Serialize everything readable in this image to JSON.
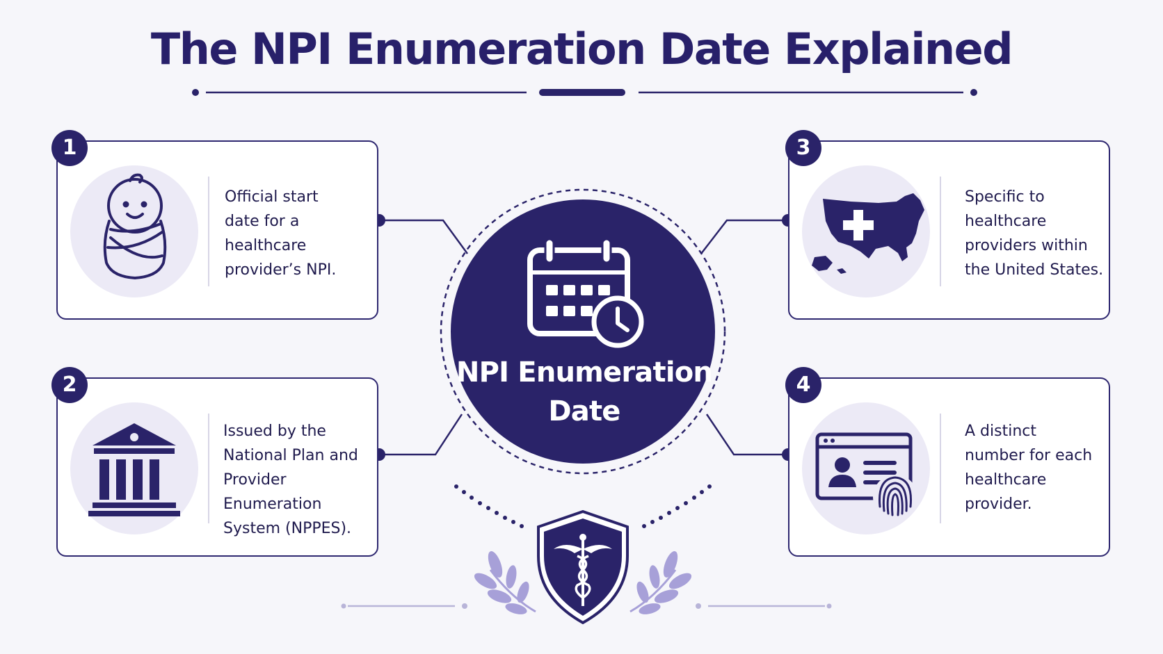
{
  "title": "The NPI Enumeration Date Explained",
  "center": {
    "label": "NPI Enumeration\nDate",
    "icon": "calendar-clock-icon"
  },
  "cards": [
    {
      "number": "1",
      "text": "Official start\ndate for a\nhealthcare\nprovider’s NPI.",
      "icon": "swaddled-baby-icon"
    },
    {
      "number": "2",
      "text": "Issued by the\nNational Plan and\nProvider Enumeration\nSystem (NPPES).",
      "icon": "government-building-icon"
    },
    {
      "number": "3",
      "text": "Specific to\nhealthcare\nproviders within\nthe United States.",
      "icon": "us-map-medical-cross-icon"
    },
    {
      "number": "4",
      "text": "A distinct\nnumber for each\nhealthcare\nprovider.",
      "icon": "id-card-fingerprint-icon"
    }
  ],
  "emblem": {
    "icon": "caduceus-shield-icon"
  },
  "colors": {
    "primary": "#2a2369",
    "background": "#f6f6fa",
    "icon_circle": "#eceaf6",
    "leaf_accent": "#a7a0d8"
  }
}
